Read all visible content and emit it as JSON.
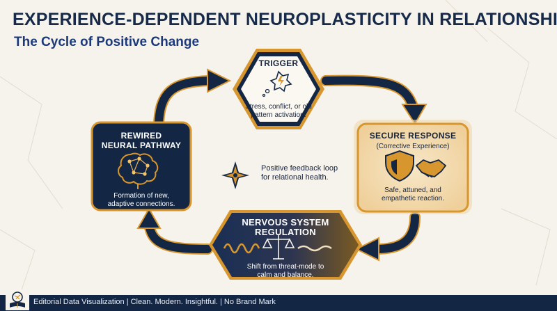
{
  "title": "EXPERIENCE-DEPENDENT NEUROPLASTICITY IN RELATIONSHIPS",
  "subtitle": "The Cycle of Positive Change",
  "nodes": {
    "trigger": {
      "heading": "TRIGGER",
      "text": "Stress, conflict, or old pattern activation."
    },
    "secure": {
      "heading": "SECURE RESPONSE",
      "subheading": "(Corrective Experience)",
      "text": "Safe, attuned, and empathetic reaction."
    },
    "regulation": {
      "heading_line1": "NERVOUS SYSTEM",
      "heading_line2": "REGULATION",
      "text_line1": "Shift from threat-mode to",
      "text_line2": "calm and balance."
    },
    "rewired": {
      "heading_line1": "REWIRED",
      "heading_line2": "NEURAL PATHWAY",
      "text_line1": "Formation of new,",
      "text_line2": "adaptive connections."
    }
  },
  "center": {
    "line1": "Positive feedback loop",
    "line2": "for relational health."
  },
  "footer": {
    "text": "Editorial Data Visualization | Clean. Modern. Insightful. | No Brand Mark"
  },
  "colors": {
    "navy": "#132744",
    "gold": "#d8962e",
    "cream": "#f6f3ec"
  },
  "icons": [
    "lightning-bubble-icon",
    "shield-icon",
    "handshake-icon",
    "wave-icon",
    "scales-icon",
    "brain-network-icon",
    "compass-star-icon",
    "brain-book-icon"
  ]
}
